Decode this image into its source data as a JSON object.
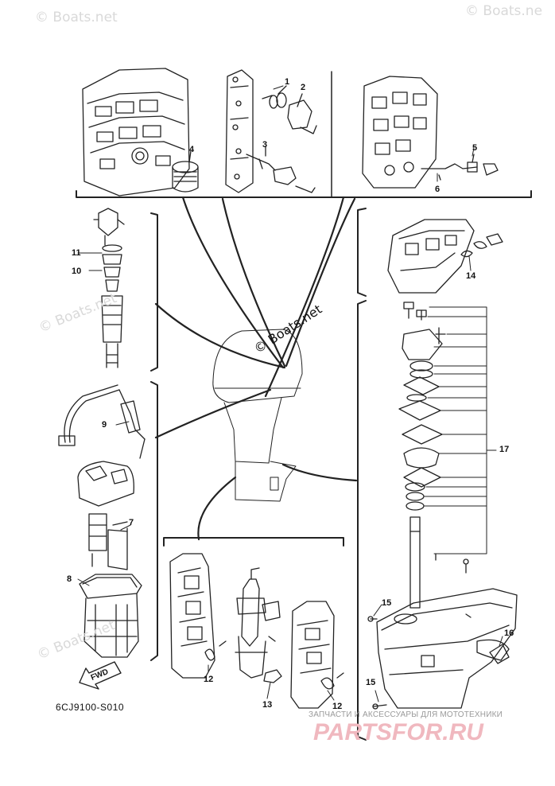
{
  "watermarks": [
    "© Boats.net",
    "© Boats.ne",
    "© Boats.net",
    "© Boats.net"
  ],
  "main_watermark": "© Boats.net",
  "callouts": [
    "1",
    "2",
    "3",
    "4",
    "5",
    "6",
    "7",
    "8",
    "9",
    "10",
    "11",
    "12",
    "12",
    "13",
    "14",
    "15",
    "15",
    "16",
    "17"
  ],
  "diagram_code": "6CJ9100-S010",
  "fwd_label": "FWD",
  "shop": {
    "tagline": "ЗАПЧАСТИ И АКСЕССУАРЫ ДЛЯ МОТОТЕХНИКИ",
    "name": "PARTSFOR.RU",
    "color": "#f0b8bf"
  },
  "colors": {
    "line": "#222222",
    "watermark": "#d9d9d9"
  }
}
